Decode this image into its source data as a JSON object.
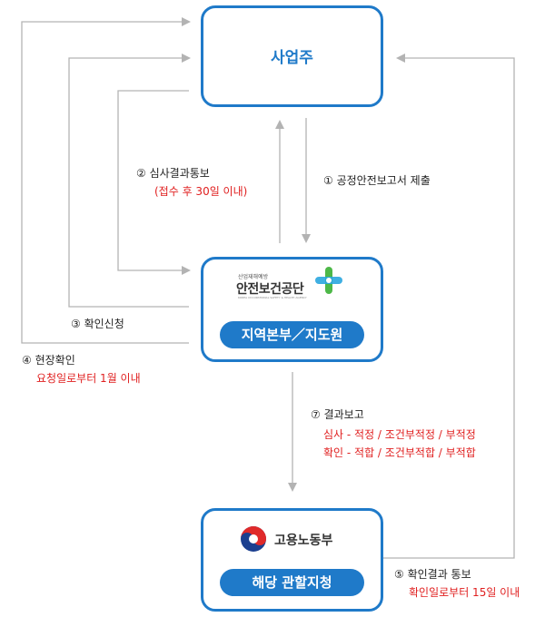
{
  "boxes": {
    "employer": {
      "title": "사업주"
    },
    "kosha": {
      "logo_small": "산업재해예방",
      "logo_main": "안전보건공단",
      "logo_en": "KOREA OCCUPATIONAL SAFETY & HEALTH AGENCY",
      "badge": "지역본부／지도원"
    },
    "ministry": {
      "logo_name": "고용노동부",
      "badge": "해당 관할지청"
    }
  },
  "steps": {
    "s1": {
      "label": "① 공정안전보고서 제출"
    },
    "s2": {
      "label": "② 심사결과통보",
      "note": "(접수 후 30일 이내)"
    },
    "s3": {
      "label": "③ 확인신청"
    },
    "s4": {
      "label": "④ 현장확인",
      "note": "요청일로부터 1월 이내"
    },
    "s5": {
      "label": "⑤ 확인결과 통보",
      "note": "확인일로부터 15일 이내"
    },
    "s7": {
      "label": "⑦ 결과보고",
      "note1": "심사 - 적정 / 조건부적정 / 부적정",
      "note2": "확인 - 적합 / 조건부적합 / 부적합"
    }
  },
  "colors": {
    "accent": "#1f7ac9",
    "arrow": "#b3b3b3",
    "note": "#e02020"
  }
}
